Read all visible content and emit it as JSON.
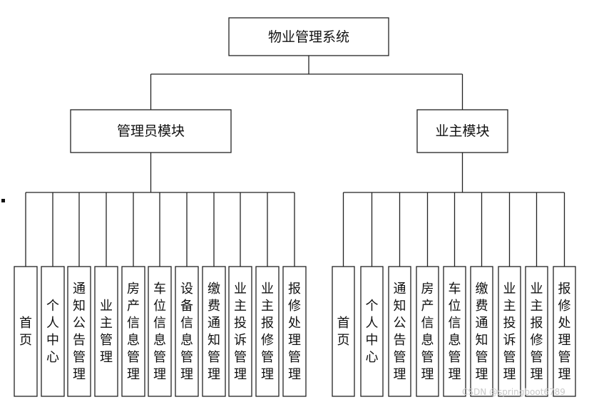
{
  "root": {
    "label": "物业管理系统"
  },
  "modules": [
    {
      "label": "管理员模块",
      "leaves": [
        "首页",
        "个人中心",
        "通知公告管理",
        "业主管理",
        "房产信息管理",
        "车位信息管理",
        "设备信息管理",
        "缴费通知管理",
        "业主投诉管理",
        "业主报修管理",
        "报修处理管理"
      ]
    },
    {
      "label": "业主模块",
      "leaves": [
        "首页",
        "个人中心",
        "通知公告管理",
        "房产信息管理",
        "车位信息管理",
        "缴费通知管理",
        "业主投诉管理",
        "业主报修管理",
        "报修处理管理"
      ]
    }
  ],
  "watermark": "CSDN @springboot6789"
}
